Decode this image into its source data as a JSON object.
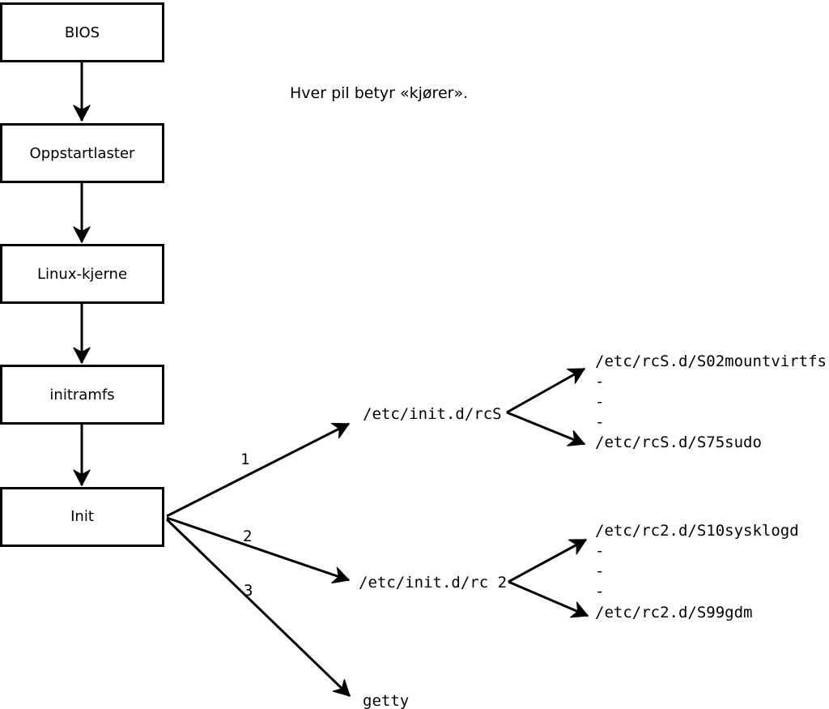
{
  "colors": {
    "background": "#ffffff",
    "line": "#000000"
  },
  "caption": "Hver pil betyr «kjører».",
  "boot_chain": [
    {
      "label": "BIOS"
    },
    {
      "label": "Oppstartlaster"
    },
    {
      "label": "Linux-kjerne"
    },
    {
      "label": "initramfs"
    },
    {
      "label": "Init"
    }
  ],
  "init_targets": {
    "label_1": "1",
    "label_2": "2",
    "label_3": "3",
    "rcs": "/etc/init.d/rcS",
    "rc2": "/etc/init.d/rc 2",
    "getty": "getty"
  },
  "rcs_scripts": {
    "first": "/etc/rcS.d/S02mountvirtfs",
    "ellipsis": "-",
    "last": "/etc/rcS.d/S75sudo"
  },
  "rc2_scripts": {
    "first": "/etc/rc2.d/S10sysklogd",
    "ellipsis": "-",
    "last": "/etc/rc2.d/S99gdm"
  }
}
